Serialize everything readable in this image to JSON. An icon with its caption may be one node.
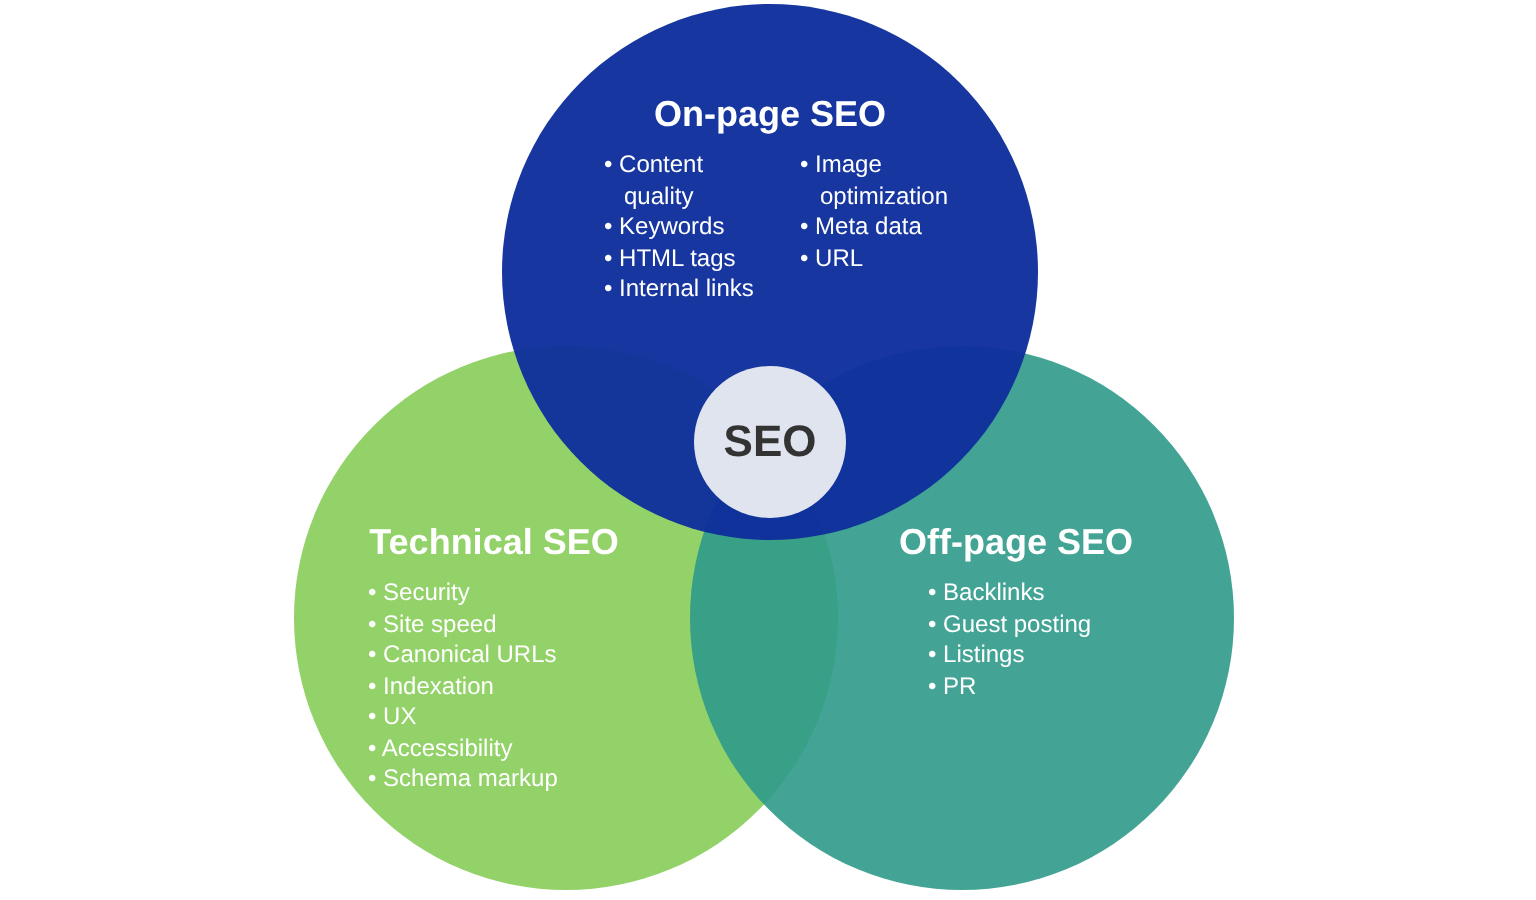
{
  "diagram": {
    "nodes": [
      {
        "text": [
          "On-page SEO",
          "• Content quality",
          "• Keywords",
          "• HTML tags",
          "• Internal links",
          "• Image optimization",
          "• Meta data",
          "• URL"
        ]
      },
      {
        "text": [
          "SEO"
        ]
      },
      {
        "text": [
          "Technical SEO",
          "• Security",
          "• Site speed",
          "• Canonical URLs",
          "• Indexation",
          "• UX",
          "• Accessibility",
          "• Schema markup"
        ]
      },
      {
        "text": [
          "Off-page SEO",
          "• Backlinks",
          "• Guest posting",
          "• Listings",
          "• PR"
        ]
      }
    ],
    "edges": []
  }
}
